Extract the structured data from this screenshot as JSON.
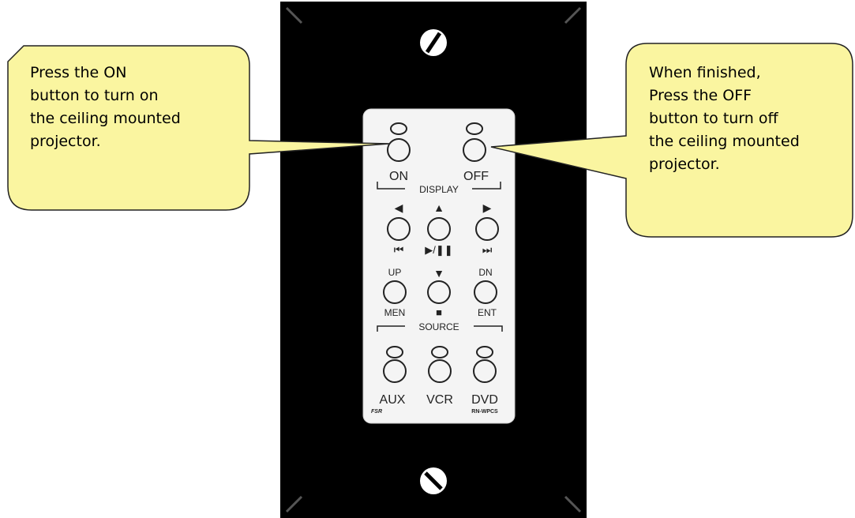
{
  "callouts": {
    "left": {
      "lines": [
        "Press the ON",
        "button to turn on",
        "the ceiling mounted",
        "projector."
      ]
    },
    "right": {
      "lines": [
        "When finished,",
        "Press the OFF",
        "button to turn off",
        "the ceiling mounted",
        "projector."
      ]
    }
  },
  "panel": {
    "display_buttons": [
      {
        "label": "ON"
      },
      {
        "label": "OFF"
      }
    ],
    "display_group_label": "DISPLAY",
    "transport_top": [
      {
        "top_symbol": "◀",
        "bottom_symbol": "⏮"
      },
      {
        "top_symbol": "▲",
        "bottom_symbol": "▶/❚❚"
      },
      {
        "top_symbol": "▶",
        "bottom_symbol": "⏭"
      }
    ],
    "menu_row": [
      {
        "top_label": "UP",
        "bottom_label": "MEN"
      },
      {
        "top_label": "▼",
        "bottom_label": "■"
      },
      {
        "top_label": "DN",
        "bottom_label": "ENT"
      }
    ],
    "source_group_label": "SOURCE",
    "source_buttons": [
      {
        "label": "AUX"
      },
      {
        "label": "VCR"
      },
      {
        "label": "DVD"
      }
    ],
    "brand_left": "FSR",
    "model": "RN-WPCS"
  },
  "colors": {
    "callout_fill": "#faf5a0",
    "plate": "#000000",
    "panel": "#f4f4f4"
  }
}
